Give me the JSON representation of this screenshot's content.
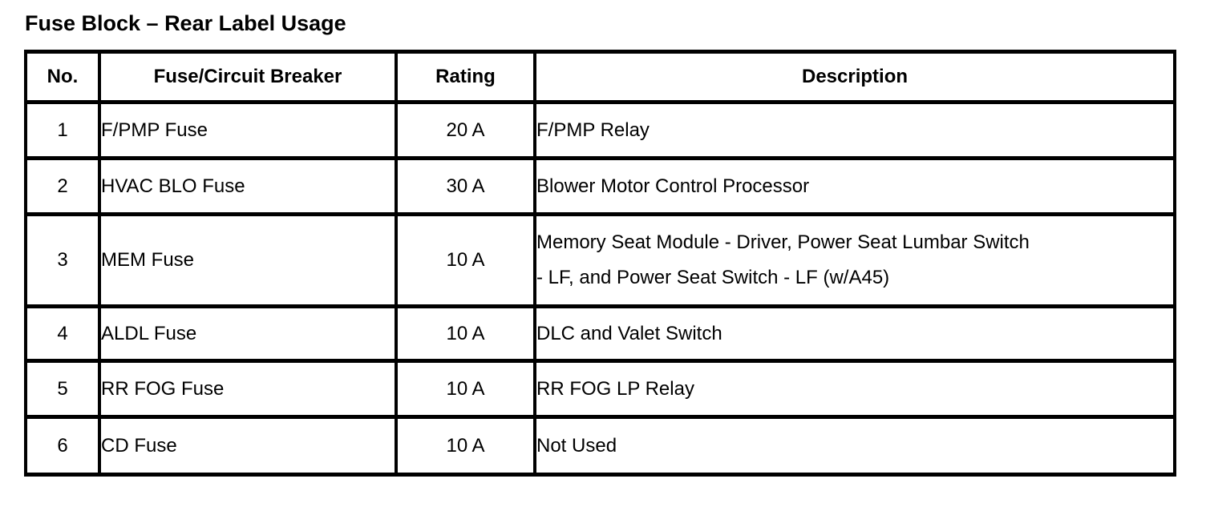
{
  "page": {
    "title": "Fuse Block – Rear Label Usage"
  },
  "colors": {
    "background": "#ffffff",
    "text": "#000000",
    "border": "#000000"
  },
  "table": {
    "columns": [
      "No.",
      "Fuse/Circuit Breaker",
      "Rating",
      "Description"
    ],
    "rows": [
      {
        "no": "1",
        "fuse": "F/PMP Fuse",
        "rating": "20 A",
        "description": "F/PMP Relay"
      },
      {
        "no": "2",
        "fuse": "HVAC BLO Fuse",
        "rating": "30 A",
        "description": "Blower Motor Control Processor"
      },
      {
        "no": "3",
        "fuse": "MEM Fuse",
        "rating": "10 A",
        "description": "Memory Seat Module - Driver, Power Seat Lumbar Switch\n- LF, and Power Seat Switch - LF (w/A45)"
      },
      {
        "no": "4",
        "fuse": "ALDL Fuse",
        "rating": "10 A",
        "description": "DLC and Valet Switch"
      },
      {
        "no": "5",
        "fuse": "RR FOG Fuse",
        "rating": "10 A",
        "description": "RR FOG LP Relay"
      },
      {
        "no": "6",
        "fuse": "CD Fuse",
        "rating": "10 A",
        "description": "Not Used"
      }
    ]
  }
}
